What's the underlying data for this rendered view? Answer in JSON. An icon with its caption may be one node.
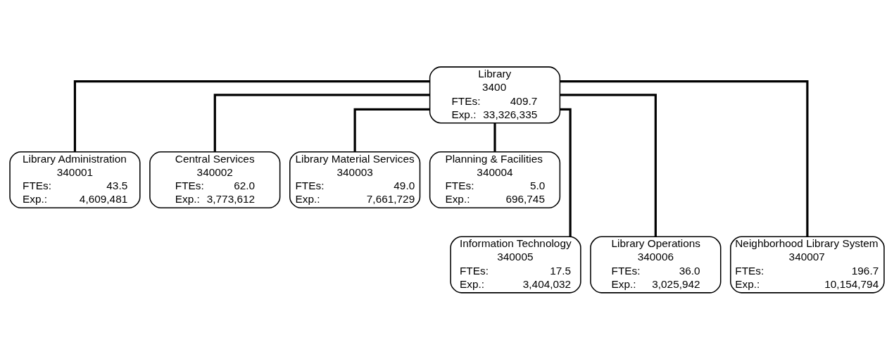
{
  "diagram": {
    "nodes": [
      {
        "text": [
          "Library",
          "3400",
          "FTEs:",
          "409.7",
          "Exp.:",
          "33,326,335"
        ]
      },
      {
        "text": [
          "Library Administration",
          "340001",
          "FTEs:",
          "43.5",
          "Exp.:",
          "4,609,481"
        ]
      },
      {
        "text": [
          "Central Services",
          "340002",
          "FTEs:",
          "62.0",
          "Exp.:",
          "3,773,612"
        ]
      },
      {
        "text": [
          "Library Material Services",
          "340003",
          "FTEs:",
          "49.0",
          "Exp.:",
          "7,661,729"
        ]
      },
      {
        "text": [
          "Planning & Facilities",
          "340004",
          "FTEs:",
          "5.0",
          "Exp.:",
          "696,745"
        ]
      },
      {
        "text": [
          "Information Technology",
          "340005",
          "FTEs:",
          "17.5",
          "Exp.:",
          "3,404,032"
        ]
      },
      {
        "text": [
          "Library Operations",
          "340006",
          "FTEs:",
          "36.0",
          "Exp.:",
          "3,025,942"
        ]
      },
      {
        "text": [
          "Neighborhood Library System",
          "340007",
          "FTEs:",
          "196.7",
          "Exp.:",
          "10,154,794"
        ]
      }
    ],
    "edges": [
      {
        "from": 0,
        "to": 1,
        "arrow": "none"
      },
      {
        "from": 0,
        "to": 2,
        "arrow": "none"
      },
      {
        "from": 0,
        "to": 3,
        "arrow": "none"
      },
      {
        "from": 0,
        "to": 4,
        "arrow": "none"
      },
      {
        "from": 0,
        "to": 5,
        "arrow": "none"
      },
      {
        "from": 0,
        "to": 6,
        "arrow": "none"
      },
      {
        "from": 0,
        "to": 7,
        "arrow": "none"
      }
    ]
  }
}
